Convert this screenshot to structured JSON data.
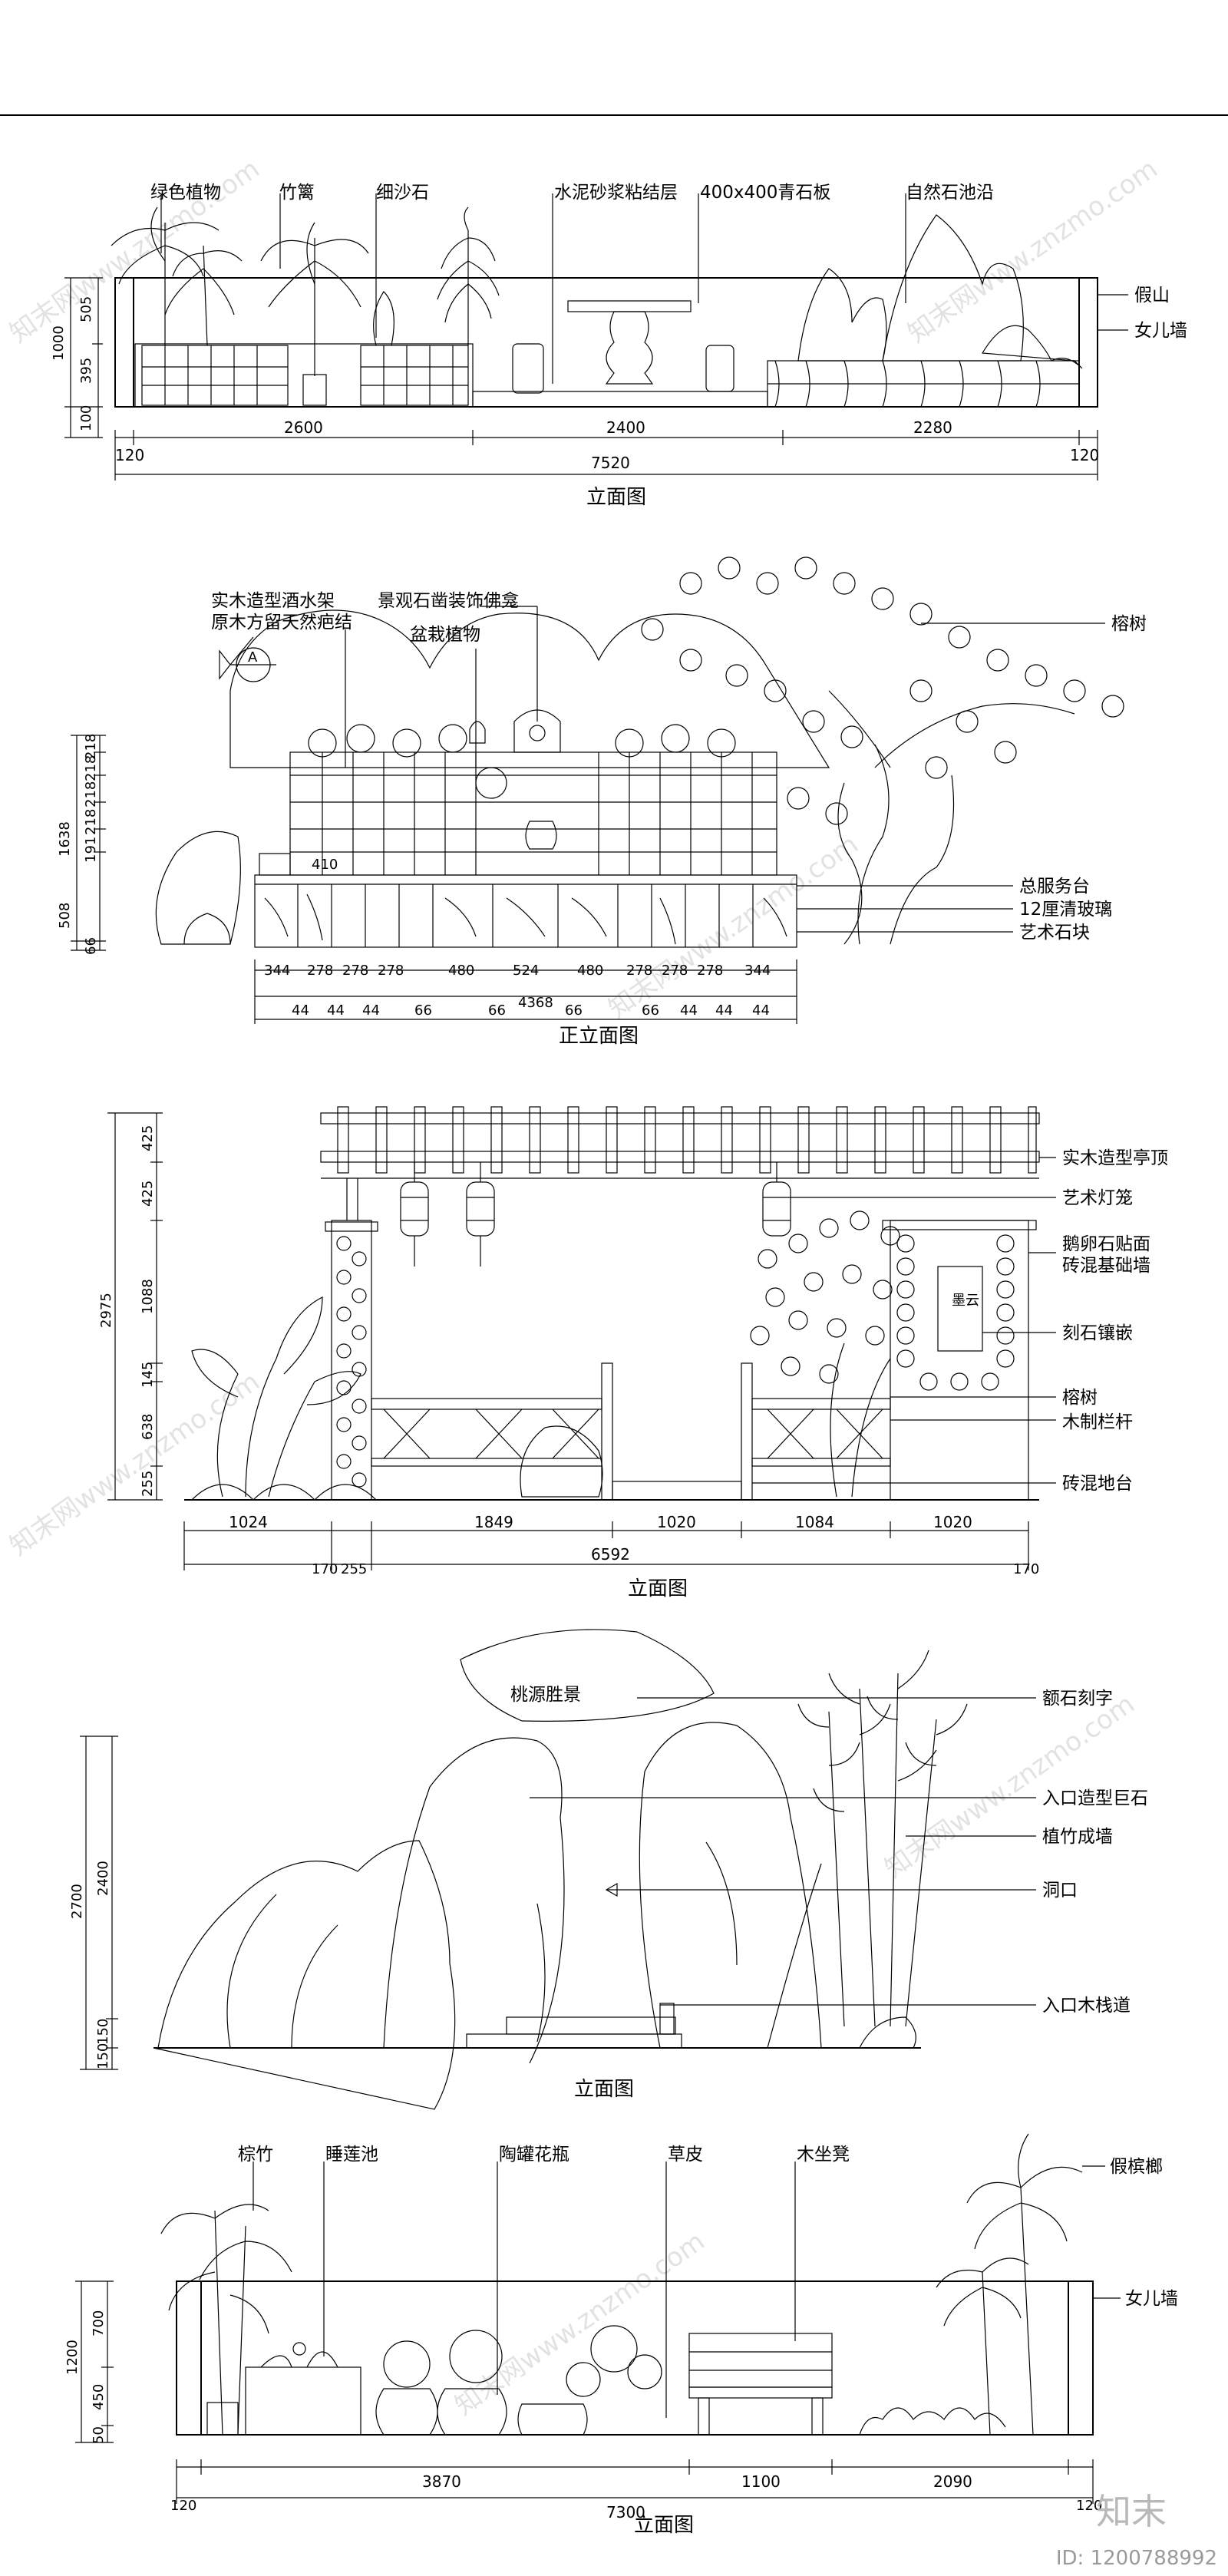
{
  "drawing_1": {
    "labels": [
      "绿色植物",
      "竹篱",
      "细沙石",
      "水泥砂浆粘结层",
      "400x400青石板",
      "自然石池沿",
      "假山",
      "女儿墙"
    ],
    "left_dims": [
      "1000",
      "505",
      "395",
      "100"
    ],
    "bottom_dims": [
      "120",
      "2600",
      "2400",
      "2280",
      "120"
    ],
    "total": "7520",
    "title": "立面图"
  },
  "drawing_2": {
    "labels_left": [
      "实木造型酒水架",
      "原木方留天然疤结",
      "景观石凿装饰佛龛",
      "盆栽植物"
    ],
    "labels_right": [
      "榕树",
      "总服务台",
      "12厘清玻璃",
      "艺术石块"
    ],
    "section_mark": "A",
    "left_dims": [
      "1638",
      "191",
      "218",
      "218",
      "218",
      "218",
      "508",
      "66"
    ],
    "inner_dim": "410",
    "bottom_dims": [
      "344",
      "278",
      "278",
      "278",
      "480",
      "524",
      "480",
      "278",
      "278",
      "278",
      "344"
    ],
    "sub_dims": [
      "44",
      "44",
      "44",
      "66",
      "66",
      "66",
      "66",
      "44",
      "44",
      "44"
    ],
    "total": "4368",
    "title": "正立面图"
  },
  "drawing_3": {
    "labels": [
      "实木造型亭顶",
      "艺术灯笼",
      "鹅卵石贴面",
      "砖混基础墙",
      "刻石镶嵌",
      "榕树",
      "木制栏杆",
      "砖混地台"
    ],
    "stone_text": "墨云",
    "left_dims": [
      "2975",
      "425",
      "425",
      "1088",
      "145",
      "638",
      "255"
    ],
    "bottom_dims": [
      "1024",
      "1849",
      "1020",
      "1084",
      "1020"
    ],
    "small_dims": [
      "170",
      "255",
      "170"
    ],
    "total": "6592",
    "title": "立面图"
  },
  "drawing_4": {
    "rock_text": "桃源胜景",
    "labels": [
      "额石刻字",
      "入口造型巨石",
      "植竹成墙",
      "洞口",
      "入口木栈道"
    ],
    "left_dims": [
      "2700",
      "2400",
      "150",
      "150"
    ],
    "title": "立面图"
  },
  "drawing_5": {
    "labels": [
      "棕竹",
      "睡莲池",
      "陶罐花瓶",
      "草皮",
      "木坐凳",
      "假槟榔",
      "女儿墙"
    ],
    "left_dims": [
      "1200",
      "700",
      "450",
      "50"
    ],
    "bottom_dims": [
      "3870",
      "1100",
      "2090"
    ],
    "edge_dims": [
      "120",
      "120"
    ],
    "total": "7300",
    "title": "立面图"
  },
  "watermark": "知末网www.znzmo.com",
  "logo": "知末",
  "id_text": "ID: 1200788992"
}
